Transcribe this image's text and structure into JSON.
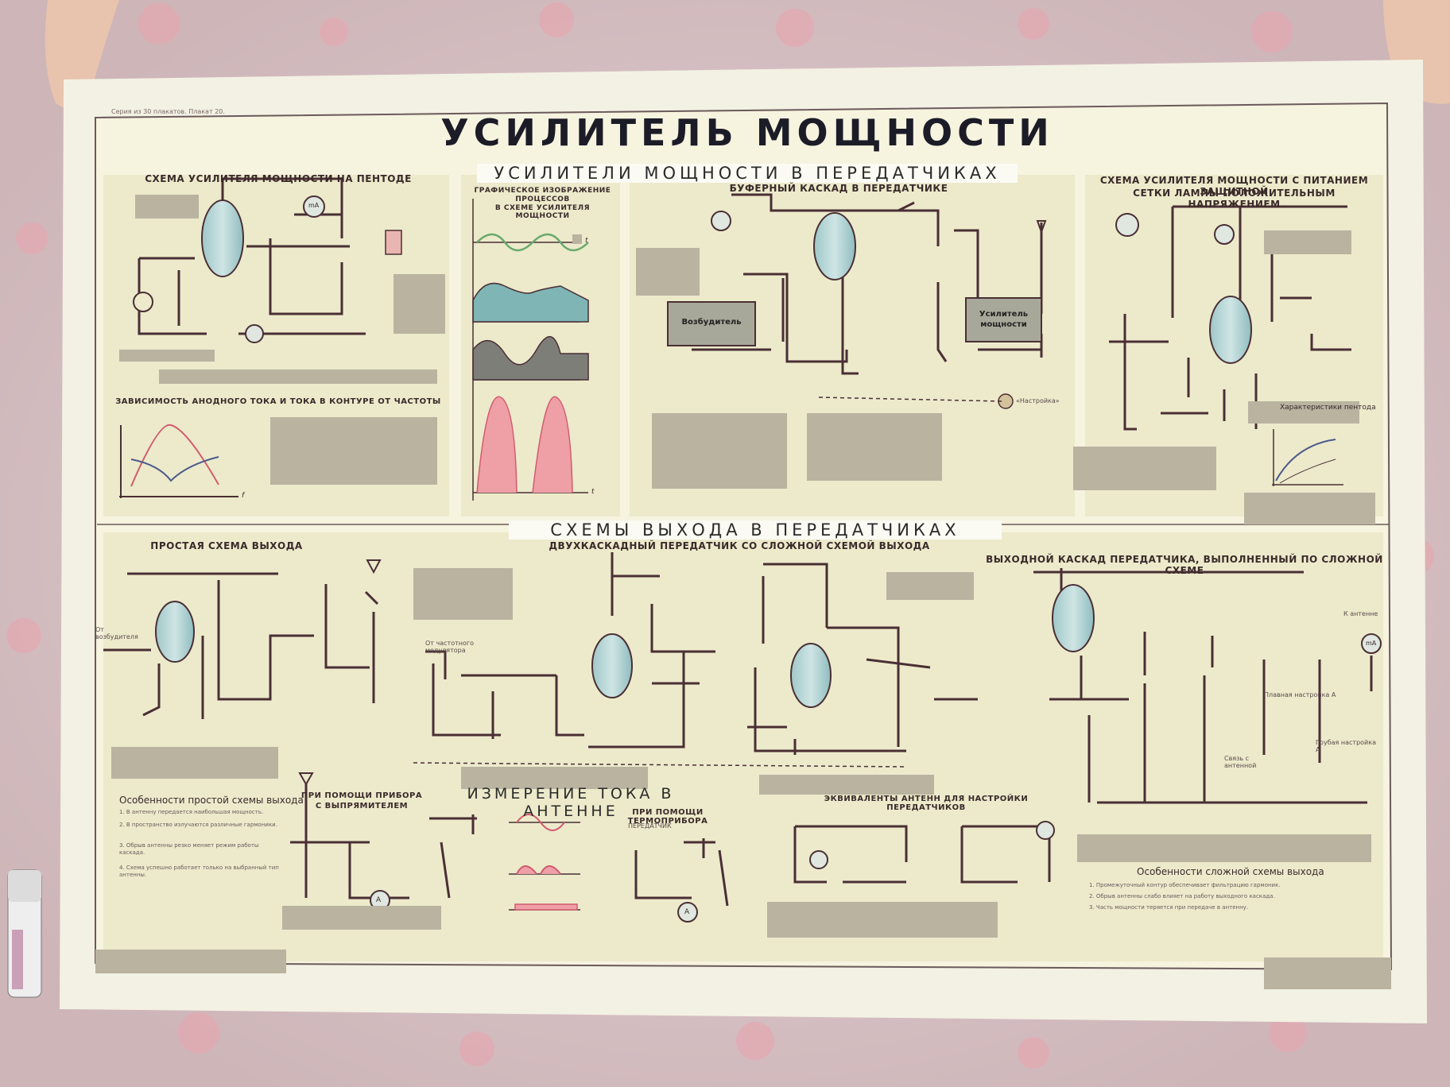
{
  "poster": {
    "series_line": "Серия из 30 плакатов. Плакат 20.",
    "title": "УСИЛИТЕЛЬ МОЩНОСТИ",
    "band_top": "УСИЛИТЕЛИ МОЩНОСТИ В ПЕРЕДАТЧИКАХ",
    "band_bottom": "СХЕМЫ ВЫХОДА В ПЕРЕДАТЧИКАХ",
    "band_measure": "ИЗМЕРЕНИЕ ТОКА В АНТЕННЕ"
  },
  "sections": {
    "pentode": "СХЕМА УСИЛИТЕЛЯ МОЩНОСТИ НА ПЕНТОДЕ",
    "graphs_1": "ГРАФИЧЕСКОЕ ИЗОБРАЖЕНИЕ",
    "graphs_2": "ПРОЦЕССОВ",
    "graphs_3": "В СХЕМЕ УСИЛИТЕЛЯ МОЩНОСТИ",
    "buffer": "БУФЕРНЫЙ КАСКАД В ПЕРЕДАТЧИКЕ",
    "screen_1": "СХЕМА УСИЛИТЕЛЯ МОЩНОСТИ С ПИТАНИЕМ ЗАЩИТНОЙ",
    "screen_2": "СЕТКИ ЛАМПЫ ПОЛОЖИТЕЛЬНЫМ НАПРЯЖЕНИЕМ",
    "freq_dep": "ЗАВИСИМОСТЬ АНОДНОГО ТОКА И ТОКА В КОНТУРЕ ОТ ЧАСТОТЫ",
    "simple_out": "ПРОСТАЯ СХЕМА ВЫХОДА",
    "two_stage": "ДВУХКАСКАДНЫЙ ПЕРЕДАТЧИК СО СЛОЖНОЙ СХЕМОЙ ВЫХОДА",
    "complex_out": "ВЫХОДНОЙ КАСКАД ПЕРЕДАТЧИКА, ВЫПОЛНЕННЫЙ ПО СЛОЖНОЙ СХЕМЕ",
    "rectifier_1": "ПРИ ПОМОЩИ ПРИБОРА",
    "rectifier_2": "С ВЫПРЯМИТЕЛЕМ",
    "thermo": "ПРИ ПОМОЩИ ТЕРМОПРИБОРА",
    "equivalents": "ЭКВИВАЛЕНТЫ АНТЕНН ДЛЯ НАСТРОЙКИ ПЕРЕДАТЧИКОВ",
    "simple_features": "Особенности простой схемы выхода",
    "complex_features": "Особенности сложной схемы выхода",
    "pentode_chars": "Характеристики пентода"
  },
  "labels": {
    "exciter": "Возбудитель",
    "power_amp_1": "Усилитель",
    "power_amp_2": "мощности",
    "tuning": "«Настройка»",
    "from_exciter": "От возбудителя",
    "from_master": "От частотного модулятора",
    "to_antenna": "К антенне",
    "transmitter": "ПЕРЕДАТЧИК",
    "coarse_tune": "Грубая настройка А",
    "fine_tune": "Плавная настройка А",
    "coupling": "Связь с антенной",
    "ma": "mA",
    "a": "A",
    "f": "f",
    "t": "t"
  },
  "lists": {
    "simple": [
      "1. В антенну передается наибольшая мощность.",
      "2. В пространство излучаются различные гармоники.",
      "3. Обрыв антенны резко меняет режим работы каскада.",
      "4. Схема успешно работает только на выбранный тип антенны."
    ],
    "complex": [
      "1. Промежуточный контур обеспечивает фильтрацию гармоник.",
      "2. Обрыв антенны слабо влияет на работу выходного каскада.",
      "3. Часть мощности теряется при передаче в антенну."
    ]
  }
}
